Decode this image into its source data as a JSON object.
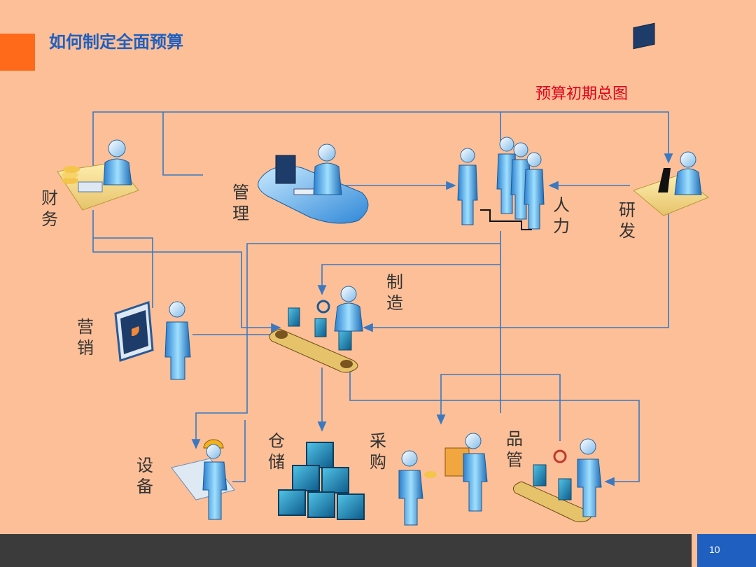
{
  "slide": {
    "title": "如何制定全面预算",
    "subtitle": "预算初期总图",
    "page_number": "10"
  },
  "nodes": {
    "finance": "财务",
    "management": "管理",
    "hr": "人力",
    "rnd": "研发",
    "manufacturing": "制造",
    "marketing": "营销",
    "equipment": "设备",
    "warehouse": "仓储",
    "purchasing": "采购",
    "quality": "品管"
  },
  "colors": {
    "background": "#fdbf97",
    "title": "#1f5fbf",
    "subtitle": "#e0001a",
    "accent": "#ff6a1a",
    "footer": "#3b3b3b",
    "page_box": "#1f5fbf",
    "connector": "#3a78c2"
  }
}
